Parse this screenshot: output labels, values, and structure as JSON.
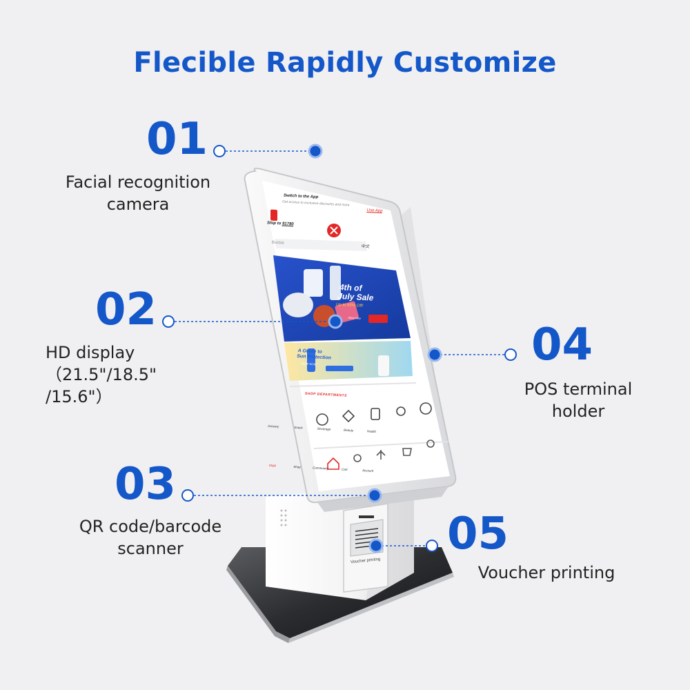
{
  "title": "Flecible Rapidly Customize",
  "colors": {
    "accent": "#1457c9",
    "brand_red": "#e32727",
    "banner_blue": "#1f44b8"
  },
  "features": [
    {
      "number": "01",
      "label": "Facial recognition\ncamera"
    },
    {
      "number": "02",
      "label": "HD display\n（21.5\"/18.5\"\n/15.6\"）"
    },
    {
      "number": "03",
      "label": "QR code/barcode\nscanner"
    },
    {
      "number": "04",
      "label": "POS terminal\nholder"
    },
    {
      "number": "05",
      "label": "Voucher printing"
    }
  ],
  "screen": {
    "app_prompt_title": "Switch to the App",
    "app_prompt_sub": "Get access to exclusive discounts and more",
    "use_app": "Use App",
    "ship_to_label": "Ship to",
    "ship_to_zip": "91780",
    "search_placeholder": "Buldak",
    "language": "中文",
    "sale_title_line1": "4th of",
    "sale_title_line2": "July Sale",
    "sale_sub": "Up to 60% Off!",
    "shop_now": "Shop Now",
    "guide_line1": "A Guide to",
    "guide_line2": "Sun Protection",
    "guide_button": "SHOP NOW",
    "departments_heading": "SHOP DEPARTMENTS",
    "departments": [
      "Grocery",
      "Snack",
      "Beverage",
      "Beauty",
      "Health"
    ],
    "nav": [
      "YAMI",
      "Shop",
      "Community",
      "Cart",
      "Account"
    ]
  },
  "printer_label": "Voucher printing"
}
